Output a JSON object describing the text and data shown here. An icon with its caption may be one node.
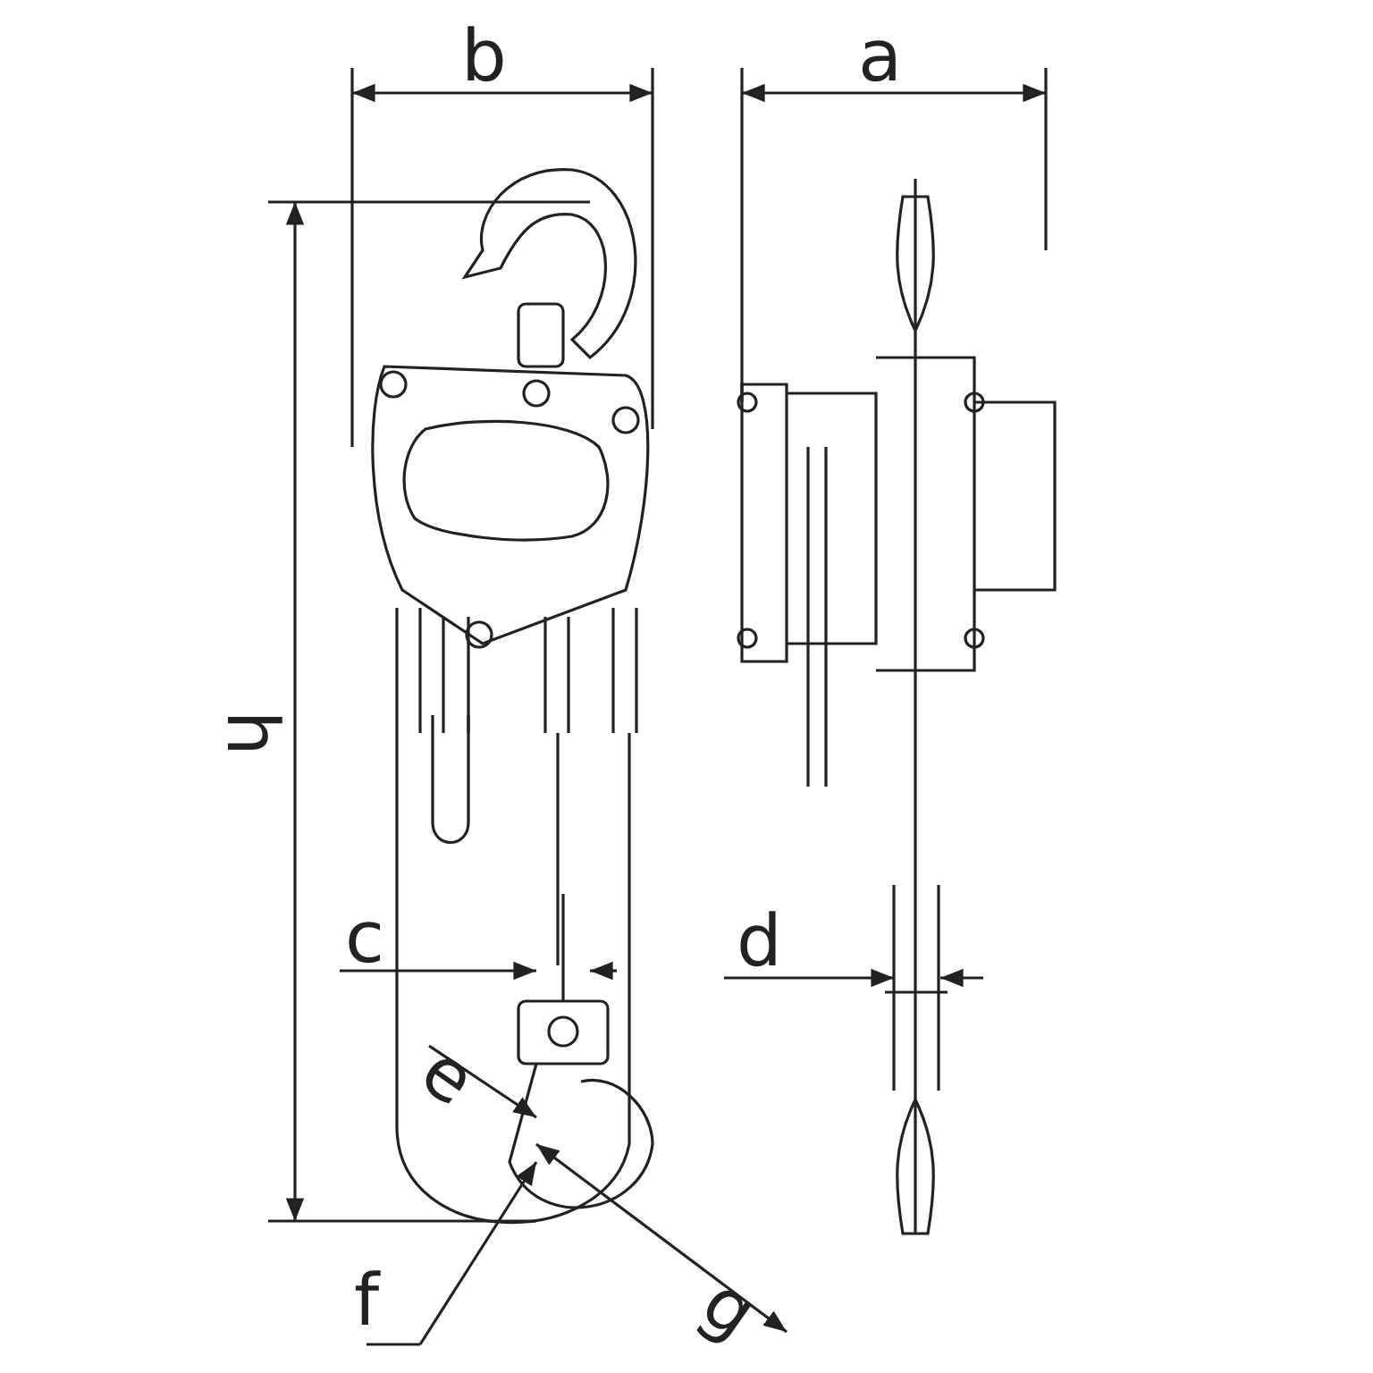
{
  "diagram": {
    "labels": [
      "b",
      "a",
      "h",
      "c",
      "d",
      "e",
      "f",
      "g"
    ]
  }
}
